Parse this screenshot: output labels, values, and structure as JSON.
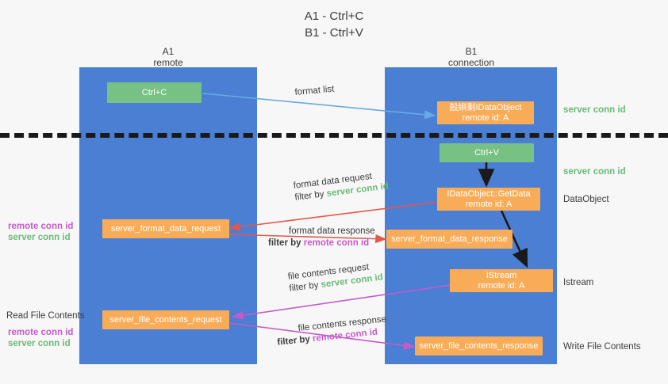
{
  "title": "A1 - Ctrl+C\nB1 - Ctrl+V",
  "columns": {
    "left": {
      "name": "A1",
      "role": "remote"
    },
    "right": {
      "name": "B1",
      "role": "connection"
    }
  },
  "nodes": {
    "ctrl_c": {
      "label": "Ctrl+C"
    },
    "ole_set_clipboard": {
      "line1": "嗀䌀剩IDataObject",
      "line2": "remote id: A"
    },
    "ctrl_v": {
      "label": "Ctrl+V"
    },
    "get_data": {
      "line1": "IDataObject::GetData",
      "line2": "remote id: A"
    },
    "format_data_request": {
      "label": "server_format_data_request"
    },
    "format_data_response": {
      "label": "server_format_data_response"
    },
    "istream": {
      "line1": "IStream",
      "line2": "remote id: A"
    },
    "file_contents_request": {
      "label": "server_file_contents_request"
    },
    "file_contents_response": {
      "label": "server_file_contents_response"
    }
  },
  "edges": {
    "format_list": {
      "text": "format list"
    },
    "format_data_request": {
      "line1": "format data request",
      "prefix": "filter by ",
      "token": "server conn id"
    },
    "format_data_response": {
      "line1": "format data response",
      "prefix": "filter by ",
      "token": "remote conn id"
    },
    "file_contents_request": {
      "line1": "file contents request",
      "prefix": "filter by ",
      "token": "server conn id"
    },
    "file_contents_response": {
      "line1": "file contents response",
      "prefix": "filter by ",
      "token": "remote conn id"
    }
  },
  "annotations": {
    "server_conn_id_top": "server conn id",
    "server_conn_id_mid": "server conn id",
    "left_ids_format": {
      "remote": "remote conn id",
      "server": "server conn id"
    },
    "read_file_contents": "Read File Contents",
    "left_ids_file": {
      "remote": "remote conn id",
      "server": "server conn id"
    },
    "data_object": "DataObject",
    "istream": "Istream",
    "write_file_contents": "Write File Contents"
  },
  "colors": {
    "lane": "#4a7fd4",
    "green_node": "#77c185",
    "orange_node": "#f9ac57",
    "server_conn_id": "#6aba77",
    "remote_conn_id": "#c45bc9",
    "blue_arrow": "#6aa9e0",
    "red_arrow": "#e2584c",
    "magenta_arrow": "#c45bc9",
    "black_arrow": "#1a1a1a"
  }
}
